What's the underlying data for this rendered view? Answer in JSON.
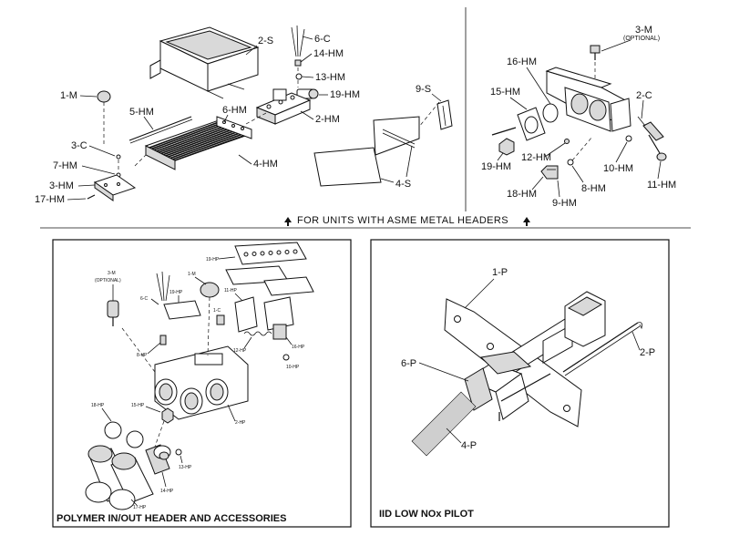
{
  "captions": {
    "asme_note": "FOR UNITS WITH ASME METAL HEADERS",
    "polymer_title": "POLYMER IN/OUT HEADER AND ACCESSORIES",
    "pilot_title": "IID LOW NOx PILOT"
  },
  "main_labels": {
    "l_2s": "2-S",
    "l_6c": "6-C",
    "l_14hm": "14-HM",
    "l_13hm": "13-HM",
    "l_19hm": "19-HM",
    "l_2hm": "2-HM",
    "l_1m": "1-M",
    "l_5hm": "5-HM",
    "l_6hm": "6-HM",
    "l_4hm": "4-HM",
    "l_3c": "3-C",
    "l_7hm": "7-HM",
    "l_3hm": "3-HM",
    "l_17hm": "17-HM",
    "l_9s": "9-S",
    "l_4s": "4-S"
  },
  "asme_labels": {
    "l_3m": "3-M",
    "l_optional": "(OPTIONAL)",
    "l_16hm": "16-HM",
    "l_15hm": "15-HM",
    "l_2c": "2-C",
    "l_12hm": "12-HM",
    "l_19hm": "19-HM",
    "l_10hm": "10-HM",
    "l_11hm": "11-HM",
    "l_18hm": "18-HM",
    "l_8hm": "8-HM",
    "l_9hm": "9-HM"
  },
  "polymer_labels": {
    "p_19hp_a": "19-HP",
    "p_3m": "3-M",
    "p_optional": "(OPTIONAL)",
    "p_1m": "1-M",
    "p_6c": "6-C",
    "p_19hp_b": "19-HP",
    "p_11hp": "11-HP",
    "p_1c": "1-C",
    "p_8hp": "8-HP",
    "p_12hp": "12-HP",
    "p_16hp": "16-HP",
    "p_10hp": "10-HP",
    "p_18hp": "18-HP",
    "p_15hp": "15-HP",
    "p_2hp": "2-HP",
    "p_13hp": "13-HP",
    "p_14hp": "14-HP",
    "p_17hp": "17-HP"
  },
  "pilot_labels": {
    "l_1p": "1-P",
    "l_2p": "2-P",
    "l_6p": "6-P",
    "l_4p": "4-P"
  }
}
